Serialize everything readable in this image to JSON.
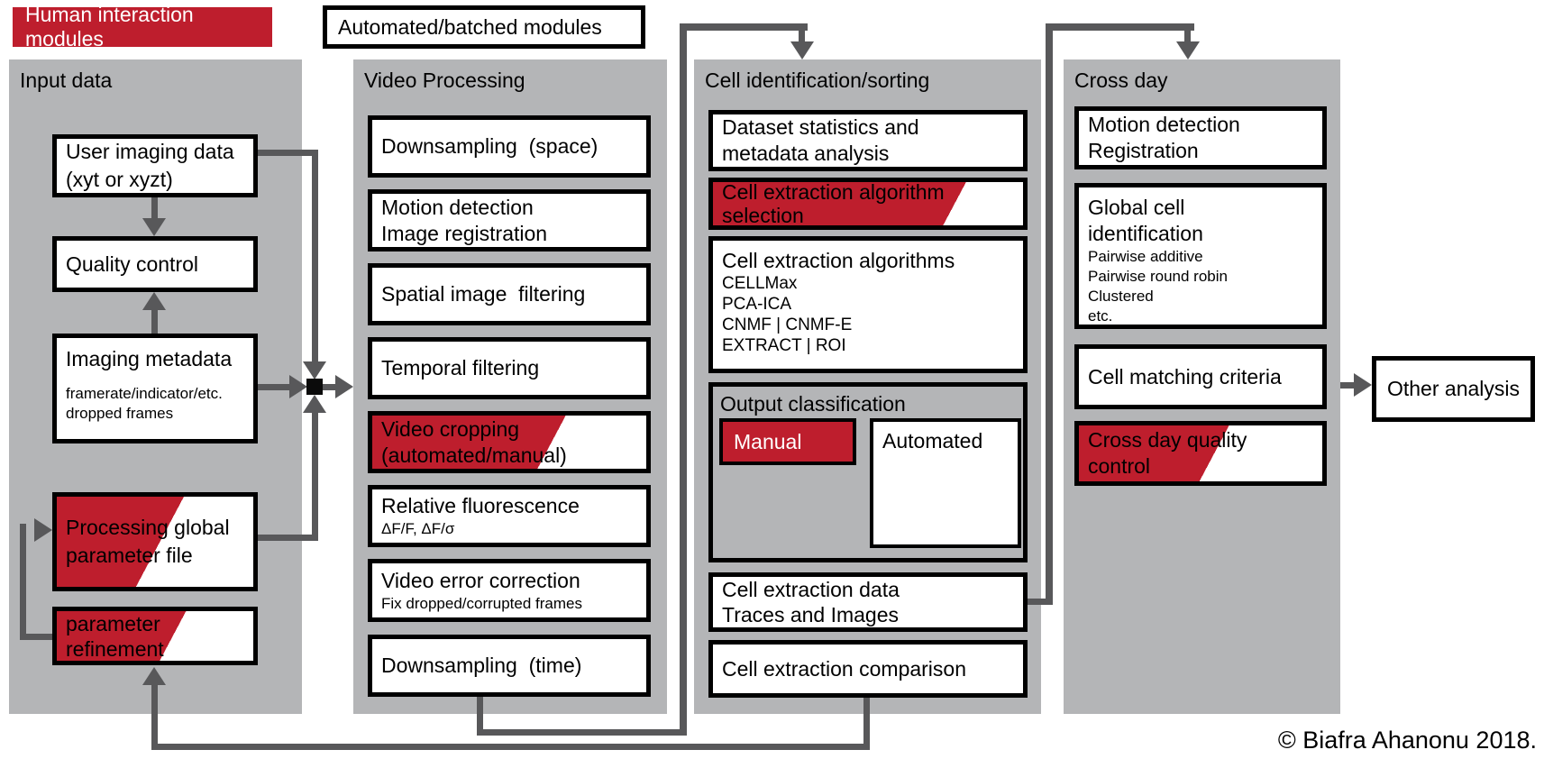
{
  "colors": {
    "accent_red": "#be1e2d",
    "column_gray": "#b4b5b7",
    "line_gray": "#58585a"
  },
  "legend": {
    "human": "Human interaction modules",
    "automated": "Automated/batched modules"
  },
  "input": {
    "title": "Input data",
    "user_imaging": [
      "User imaging data",
      "(xyt or xyzt)"
    ],
    "quality": "Quality control",
    "metadata_title": "Imaging metadata",
    "metadata_sub": [
      "framerate/indicator/etc.",
      "dropped frames"
    ],
    "param_file": [
      "Processing global",
      "parameter file"
    ],
    "param_refine": [
      "parameter",
      "refinement"
    ]
  },
  "video": {
    "title": "Video Processing",
    "b1": "Downsampling  (space)",
    "b2": [
      "Motion detection",
      "Image registration"
    ],
    "b3": "Spatial image  filtering",
    "b4": "Temporal filtering",
    "b5": [
      "Video cropping",
      "(automated/manual)"
    ],
    "b6_title": "Relative fluorescence",
    "b6_sub": "ΔF/F, ΔF/σ",
    "b7_title": "Video error correction",
    "b7_sub": "Fix dropped/corrupted frames",
    "b8": "Downsampling  (time)"
  },
  "cellid": {
    "title": "Cell identification/sorting",
    "b1": [
      "Dataset statistics and",
      "metadata analysis"
    ],
    "b2": [
      "Cell extraction algorithm",
      "selection"
    ],
    "b3_title": "Cell extraction algorithms",
    "b3_items": [
      "CELLMax",
      "PCA-ICA",
      "CNMF | CNMF-E",
      "EXTRACT | ROI"
    ],
    "output_label": "Output classification",
    "manual": "Manual",
    "automated": "Automated",
    "b5": [
      "Cell extraction data",
      "Traces and Images"
    ],
    "b6": "Cell extraction comparison"
  },
  "crossday": {
    "title": "Cross day",
    "b1": [
      "Motion detection",
      "Registration"
    ],
    "b2_title": [
      "Global cell",
      "identification"
    ],
    "b2_items": [
      "Pairwise additive",
      "Pairwise round robin",
      "Clustered",
      "etc."
    ],
    "b3": "Cell matching criteria",
    "b4": [
      "Cross day quality",
      "control"
    ]
  },
  "other_analysis": "Other analysis",
  "copyright": "© Biafra Ahanonu 2018."
}
